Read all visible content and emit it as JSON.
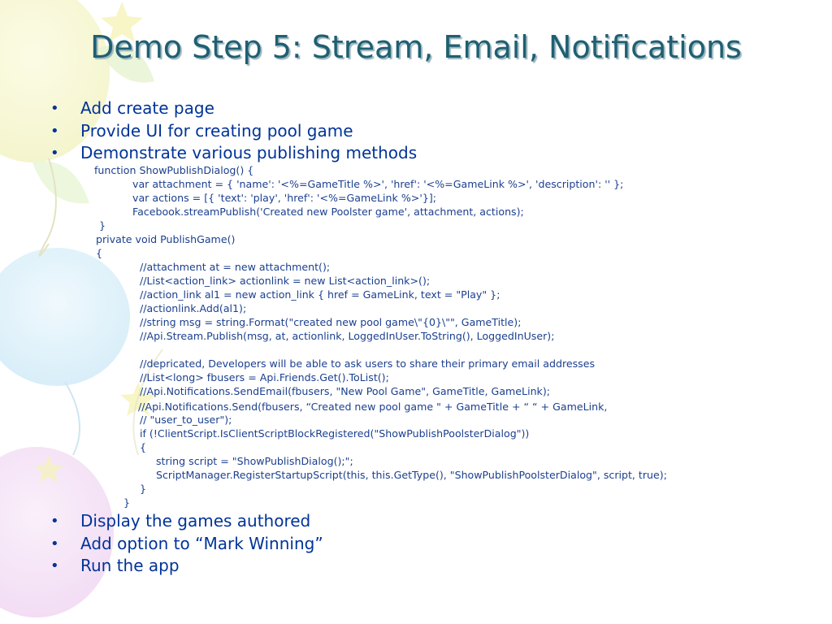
{
  "slide": {
    "title": "Demo Step 5: Stream, Email, Notifications",
    "bullets_top": [
      "Add create page",
      "Provide UI for creating pool game",
      "Demonstrate various publishing methods"
    ],
    "code_lines": [
      "function ShowPublishDialog() {",
      "var attachment = { 'name': '<%=GameTitle %>', 'href': '<%=GameLink %>', 'description': '' };",
      "var actions = [{ 'text': 'play', 'href': '<%=GameLink %>'}];",
      "Facebook.streamPublish('Created new Poolster game', attachment, actions);",
      "}",
      "private void PublishGame()",
      "{",
      "//attachment at = new attachment();",
      "//List<action_link> actionlink = new List<action_link>();",
      "//action_link al1 = new action_link { href = GameLink, text = \"Play\" };",
      "//actionlink.Add(al1);",
      "//string msg = string.Format(\"created new pool game\\\"{0}\\\"\", GameTitle);",
      "//Api.Stream.Publish(msg, at, actionlink, LoggedInUser.ToString(), LoggedInUser);",
      "//depricated, Developers will be able to ask users to share their primary email addresses",
      "//List<long> fbusers = Api.Friends.Get().ToList();",
      "//Api.Notifications.SendEmail(fbusers, \"New Pool Game\", GameTitle, GameLink);",
      "//Api.Notifications.Send(fbusers, “Created new pool game \" + GameTitle + “ “ + GameLink,",
      "// \"user_to_user\");",
      "if (!ClientScript.IsClientScriptBlockRegistered(\"ShowPublishPoolsterDialog\"))",
      "{",
      "string script = \"ShowPublishDialog();\";",
      "ScriptManager.RegisterStartupScript(this, this.GetType(), \"ShowPublishPoolsterDialog\", script, true);",
      "}",
      "}"
    ],
    "bullets_bottom": [
      "Display the games authored",
      "Add option to “Mark Winning”",
      "Run the app"
    ],
    "colors": {
      "title": "#1f5f72",
      "bullet_text": "#003399",
      "code_text": "#1b3f8f"
    }
  }
}
